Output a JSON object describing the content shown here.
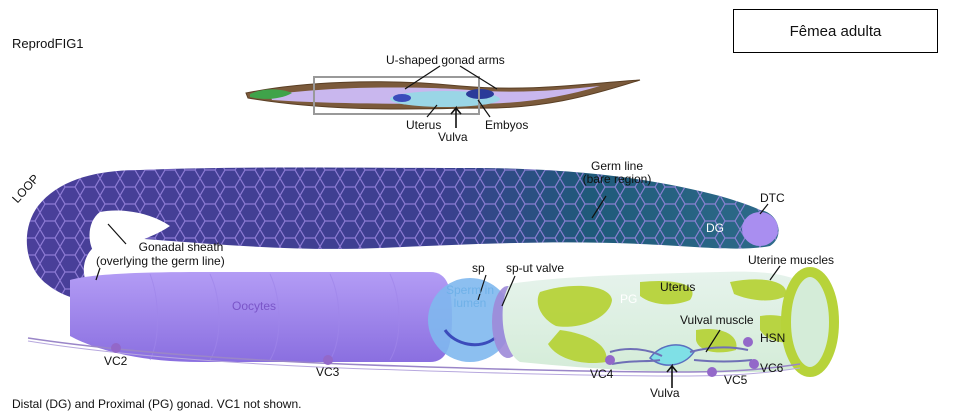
{
  "figure_id": "ReprodFIG1",
  "box_label": "Fêmea adulta",
  "caption": "Distal (DG) and Proximal (PG) gonad.  VC1 not shown.",
  "labels": {
    "u_shaped_gonad_arms": "U-shaped gonad arms",
    "uterus_top": "Uterus",
    "embryos": "Embyos",
    "vulva_top": "Vulva",
    "germ_line": "Germ line",
    "bare_region": "(bare region)",
    "loop": "LOOP",
    "dtc": "DTC",
    "dg": "DG",
    "gonadal_sheath": "Gonadal sheath",
    "overlying": "(overlying the germ line)",
    "oocytes": "Oocytes",
    "sp": "sp",
    "sp_ut_valve": "sp-ut valve",
    "sperm_in": "Sperm in",
    "lumen": "lumen",
    "uterine_muscles": "Uterine muscles",
    "pg": "PG",
    "uterus": "Uterus",
    "vulval_muscle": "Vulval muscle",
    "hsn": "HSN",
    "vc2": "VC2",
    "vc3": "VC3",
    "vc4": "VC4",
    "vc5": "VC5",
    "vc6": "VC6",
    "vulva_bottom": "Vulva"
  }
}
